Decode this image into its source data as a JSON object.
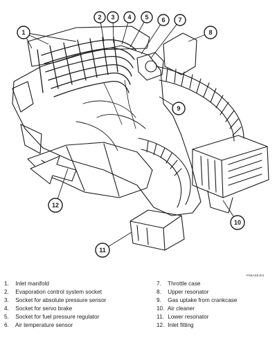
{
  "figure": {
    "reference_code": "P66A0EJ01",
    "callouts": [
      "1",
      "2",
      "3",
      "4",
      "5",
      "6",
      "7",
      "8",
      "9",
      "10",
      "11",
      "12"
    ]
  },
  "legend": {
    "left": [
      {
        "num": "1.",
        "label": "Inlet manifold"
      },
      {
        "num": "2.",
        "label": "Evaporation control system socket"
      },
      {
        "num": "3.",
        "label": "Socket for absolute pressure sensor"
      },
      {
        "num": "4.",
        "label": "Socket for servo brake"
      },
      {
        "num": "5.",
        "label": "Socket for fuel pressure regulator"
      },
      {
        "num": "6.",
        "label": "Air temperature sensor"
      }
    ],
    "right": [
      {
        "num": "7.",
        "label": "Throttle case"
      },
      {
        "num": "8.",
        "label": "Upper resonator"
      },
      {
        "num": "9.",
        "label": "Gas uptake from crankcase"
      },
      {
        "num": "10.",
        "label": "Air cleaner"
      },
      {
        "num": "11.",
        "label": "Lower resonator"
      },
      {
        "num": "12.",
        "label": "Inlet fitting"
      }
    ]
  }
}
